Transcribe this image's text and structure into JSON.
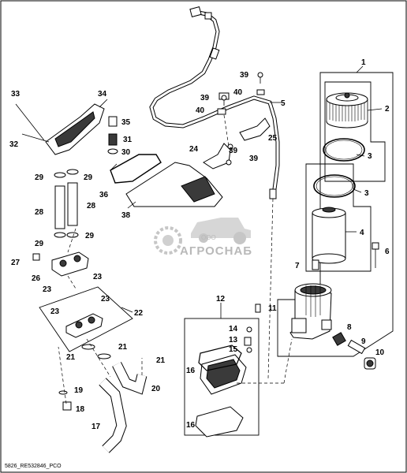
{
  "drawing_code": "5826_RE532846_PCO",
  "watermark": {
    "brand": "АГРОСНАБ",
    "prefix": "ООО"
  },
  "callouts": [
    {
      "id": "c1",
      "text": "1"
    },
    {
      "id": "c2",
      "text": "2"
    },
    {
      "id": "c3a",
      "text": "3"
    },
    {
      "id": "c3b",
      "text": "3"
    },
    {
      "id": "c4",
      "text": "4"
    },
    {
      "id": "c5",
      "text": "5"
    },
    {
      "id": "c6",
      "text": "6"
    },
    {
      "id": "c7",
      "text": "7"
    },
    {
      "id": "c8",
      "text": "8"
    },
    {
      "id": "c9",
      "text": "9"
    },
    {
      "id": "c10",
      "text": "10"
    },
    {
      "id": "c11",
      "text": "11"
    },
    {
      "id": "c12",
      "text": "12"
    },
    {
      "id": "c13",
      "text": "13"
    },
    {
      "id": "c14",
      "text": "14"
    },
    {
      "id": "c15",
      "text": "15"
    },
    {
      "id": "c16a",
      "text": "16"
    },
    {
      "id": "c16b",
      "text": "16"
    },
    {
      "id": "c17",
      "text": "17"
    },
    {
      "id": "c18",
      "text": "18"
    },
    {
      "id": "c19",
      "text": "19"
    },
    {
      "id": "c20",
      "text": "20"
    },
    {
      "id": "c21a",
      "text": "21"
    },
    {
      "id": "c21b",
      "text": "21"
    },
    {
      "id": "c21c",
      "text": "21"
    },
    {
      "id": "c22",
      "text": "22"
    },
    {
      "id": "c23a",
      "text": "23"
    },
    {
      "id": "c23b",
      "text": "23"
    },
    {
      "id": "c23c",
      "text": "23"
    },
    {
      "id": "c23d",
      "text": "23"
    },
    {
      "id": "c24",
      "text": "24"
    },
    {
      "id": "c25",
      "text": "25"
    },
    {
      "id": "c26",
      "text": "26"
    },
    {
      "id": "c27",
      "text": "27"
    },
    {
      "id": "c28a",
      "text": "28"
    },
    {
      "id": "c28b",
      "text": "28"
    },
    {
      "id": "c29a",
      "text": "29"
    },
    {
      "id": "c29b",
      "text": "29"
    },
    {
      "id": "c29c",
      "text": "29"
    },
    {
      "id": "c29d",
      "text": "29"
    },
    {
      "id": "c30",
      "text": "30"
    },
    {
      "id": "c31",
      "text": "31"
    },
    {
      "id": "c32",
      "text": "32"
    },
    {
      "id": "c33",
      "text": "33"
    },
    {
      "id": "c34",
      "text": "34"
    },
    {
      "id": "c35",
      "text": "35"
    },
    {
      "id": "c36",
      "text": "36"
    },
    {
      "id": "c38",
      "text": "38"
    },
    {
      "id": "c39a",
      "text": "39"
    },
    {
      "id": "c39b",
      "text": "39"
    },
    {
      "id": "c39c",
      "text": "39"
    },
    {
      "id": "c39d",
      "text": "39"
    },
    {
      "id": "c40a",
      "text": "40"
    },
    {
      "id": "c40b",
      "text": "40"
    }
  ]
}
